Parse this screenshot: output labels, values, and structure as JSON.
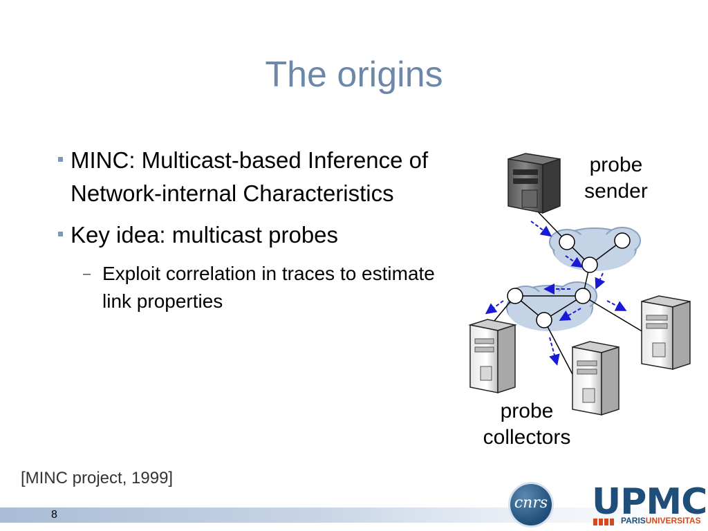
{
  "slide": {
    "title": "The origins",
    "page_number": "8",
    "citation": "[MINC project, 1999]"
  },
  "bullets": [
    {
      "text": "MINC: Multicast-based Inference of Network-internal Characteristics"
    },
    {
      "text": "Key idea: multicast probes",
      "sub": [
        {
          "text": "Exploit correlation in traces to estimate link properties"
        }
      ]
    }
  ],
  "diagram": {
    "sender_label_line1": "probe",
    "sender_label_line2": "sender",
    "collectors_label_line1": "probe",
    "collectors_label_line2": "collectors",
    "cloud_color": "#c5d3e6",
    "arrow_color": "#1a1ad4"
  },
  "logos": {
    "cnrs": "cnrs",
    "upmc": "UPMC",
    "paris": "PARIS",
    "universitas": "UNIVERSITAS"
  }
}
